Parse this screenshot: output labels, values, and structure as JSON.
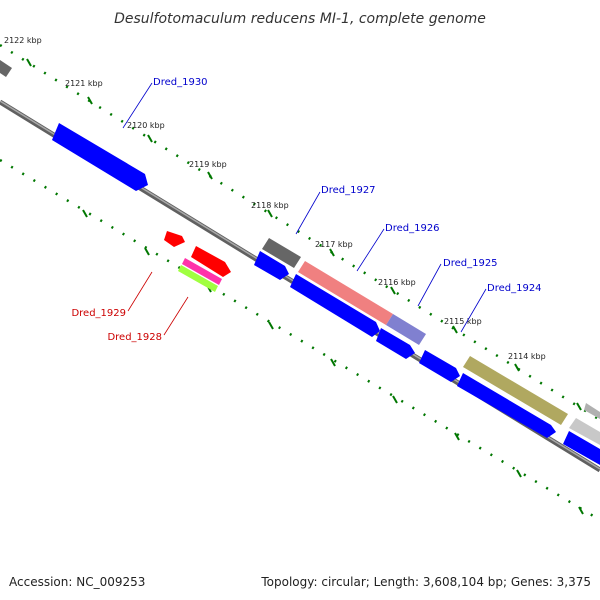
{
  "title": "Desulfotomaculum reducens MI-1, complete genome",
  "footer": {
    "accession": "Accession: NC_009253",
    "summary": "Topology: circular; Length: 3,608,104 bp; Genes: 3,375"
  },
  "scale_labels": [
    "2122 kbp",
    "2121 kbp",
    "2120 kbp",
    "2119 kbp",
    "2118 kbp",
    "2117 kbp",
    "2116 kbp",
    "2115 kbp",
    "2114 kbp"
  ],
  "gene_labels": {
    "dred_1930": "Dred_1930",
    "dred_1927": "Dred_1927",
    "dred_1926": "Dred_1926",
    "dred_1925": "Dred_1925",
    "dred_1924": "Dred_1924",
    "dred_1929": "Dred_1929",
    "dred_1928": "Dred_1928"
  },
  "colors": {
    "forward_label": "#0000cc",
    "reverse_label": "#cc0000",
    "cds": "#0000ff",
    "backbone": "#808080",
    "tick": "#007700",
    "rna_red": "#ff0000",
    "gray_feature": "#666666",
    "salmon_feature": "#f08080",
    "lavender_feature": "#8080d0",
    "olive_feature": "#b0a860",
    "light_gray_feature": "#c8c8c8",
    "magenta_feature": "#ff33aa",
    "lime_feature": "#a0ff40"
  }
}
